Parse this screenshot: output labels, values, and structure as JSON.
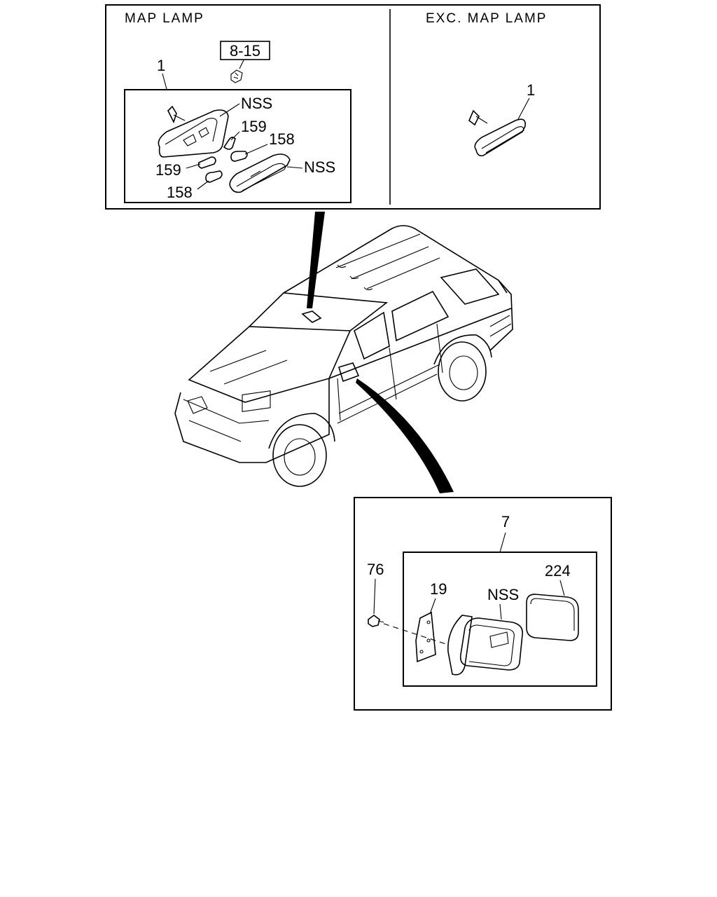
{
  "top_panel": {
    "left_header": "MAP LAMP",
    "right_header": "EXC. MAP LAMP",
    "ref_box": "8-15",
    "left_labels": {
      "part_1": "1",
      "nss_upper": "NSS",
      "label_159_upper": "159",
      "label_158_upper": "158",
      "label_159_lower": "159",
      "label_158_lower": "158",
      "nss_lower": "NSS"
    },
    "right_labels": {
      "part_1": "1"
    }
  },
  "bottom_panel": {
    "labels": {
      "part_7": "7",
      "part_76": "76",
      "part_19": "19",
      "nss": "NSS",
      "part_224": "224"
    }
  }
}
